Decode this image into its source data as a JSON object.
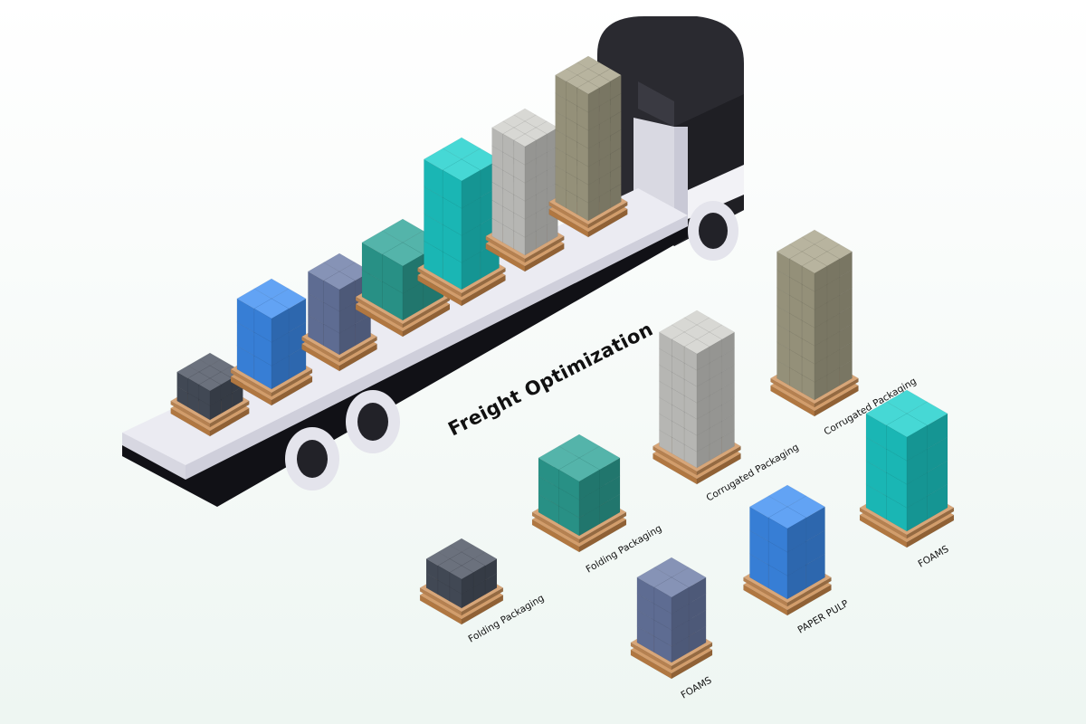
{
  "title": "Freight Optimization",
  "colors": {
    "background": "#f6faf8",
    "truck_cab": "#2a2a30",
    "truck_bed": "#e8e8ef",
    "pallet": "#c8874a",
    "charcoal": "#4a5260",
    "slate": "#6b7ba6",
    "blue": "#3f8ff2",
    "teal_dark": "#2ea497",
    "teal_bright": "#1dcfcc",
    "gray_light": "#cfcfcb",
    "khaki": "#a8a48a"
  },
  "truck_cargo": [
    {
      "material": "charcoal"
    },
    {
      "material": "blue"
    },
    {
      "material": "slate"
    },
    {
      "material": "teal_dark"
    },
    {
      "material": "teal_bright"
    },
    {
      "material": "gray_light"
    },
    {
      "material": "khaki"
    }
  ],
  "pallets": [
    {
      "label": "Folding Packaging",
      "material": "charcoal"
    },
    {
      "label": "Folding Packaging",
      "material": "teal_dark"
    },
    {
      "label": "FOAMS",
      "material": "slate"
    },
    {
      "label": "PAPER PULP",
      "material": "blue"
    },
    {
      "label": "Corrugated Packaging",
      "material": "gray_light"
    },
    {
      "label": "Corrugated Packaging",
      "material": "khaki"
    },
    {
      "label": "FOAMS",
      "material": "teal_bright"
    }
  ]
}
